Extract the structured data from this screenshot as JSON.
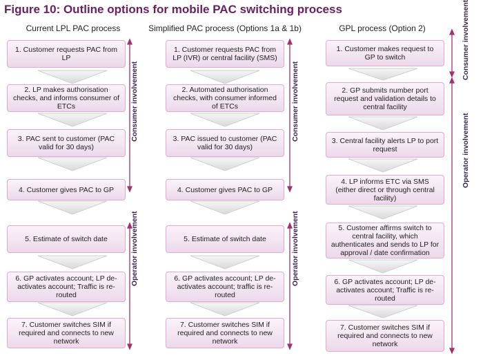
{
  "title": "Figure 10: Outline options for mobile PAC switching process",
  "columns": [
    {
      "heading": "Current LPL PAC process",
      "steps": [
        "1. Customer requests PAC from LP",
        "2. LP makes authorisation checks, and informs consumer of ETCs",
        "3. PAC sent to customer (PAC valid for 30 days)",
        "4. Customer gives PAC to GP",
        "5. Estimate of switch date",
        "6. GP activates account; LP de-activates account; Traffic is re-routed",
        "7. Customer switches SIM if required and connects to new network"
      ]
    },
    {
      "heading": "Simplified PAC process (Options 1a & 1b)",
      "steps": [
        "1. Customer requests PAC from LP (IVR) or central facility (SMS)",
        "2. Automated authorisation checks, with consumer informed of ETCs",
        "3. PAC issued to customer (PAC valid for 30 days)",
        "4. Customer gives PAC to GP",
        "5. Estimate of switch date",
        "6. GP activates account; LP de-activates account; traffic is re-routed",
        "7. Customer switches SIM if required and connects to new network"
      ]
    },
    {
      "heading": "GPL process (Option 2)",
      "steps": [
        "1. Customer makes request to GP to switch",
        "2. GP submits number port request and validation details to central facility",
        "3. Central facility alerts LP to port request",
        "4. LP informs ETC via SMS (either direct or through central facility)",
        "5. Customer affirms switch to central facility, which authenticates and sends to LP for approval / date confirmation",
        "6. GP activates account; LP de-activates account; Traffic is re-routed",
        "7. Customer switches SIM if required and connects to new network"
      ]
    }
  ],
  "labels": {
    "consumer": "Consumer involvement",
    "operator": "Operator involvement"
  },
  "colors": {
    "title": "#6b2060",
    "box_border": "#e1a8d4",
    "bracket": "#a4306e"
  }
}
